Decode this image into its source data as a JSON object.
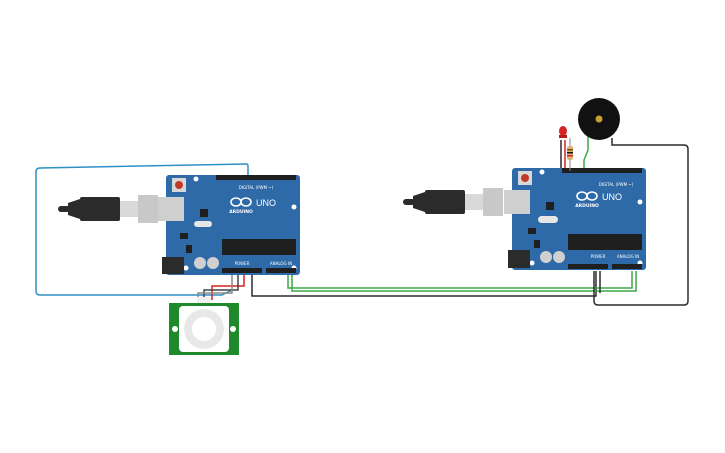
{
  "boards": [
    {
      "brand": "ARDUINO",
      "model": "UNO",
      "header_digital": "DIGITAL (PWM ~)",
      "header_power": "POWER",
      "header_analog": "ANALOG IN",
      "body_color": "#2e6aa8",
      "usb_color": "#2b2b2b"
    },
    {
      "brand": "ARDUINO",
      "model": "UNO",
      "header_digital": "DIGITAL (PWM ~)",
      "header_power": "POWER",
      "header_analog": "ANALOG IN",
      "body_color": "#2e6aa8",
      "usb_color": "#2b2b2b"
    }
  ],
  "pir_sensor": {
    "body_color": "#1f8a2b",
    "lens_color": "#e8e8e8"
  },
  "led": {
    "color": "#d42424"
  },
  "buzzer": {
    "color": "#111111",
    "center_color": "#c9a030"
  },
  "wires": {
    "blue": "#2f8fc4",
    "green": "#3aa845",
    "black": "#2b2b2b",
    "red": "#d42424",
    "white_gray": "#888888"
  }
}
